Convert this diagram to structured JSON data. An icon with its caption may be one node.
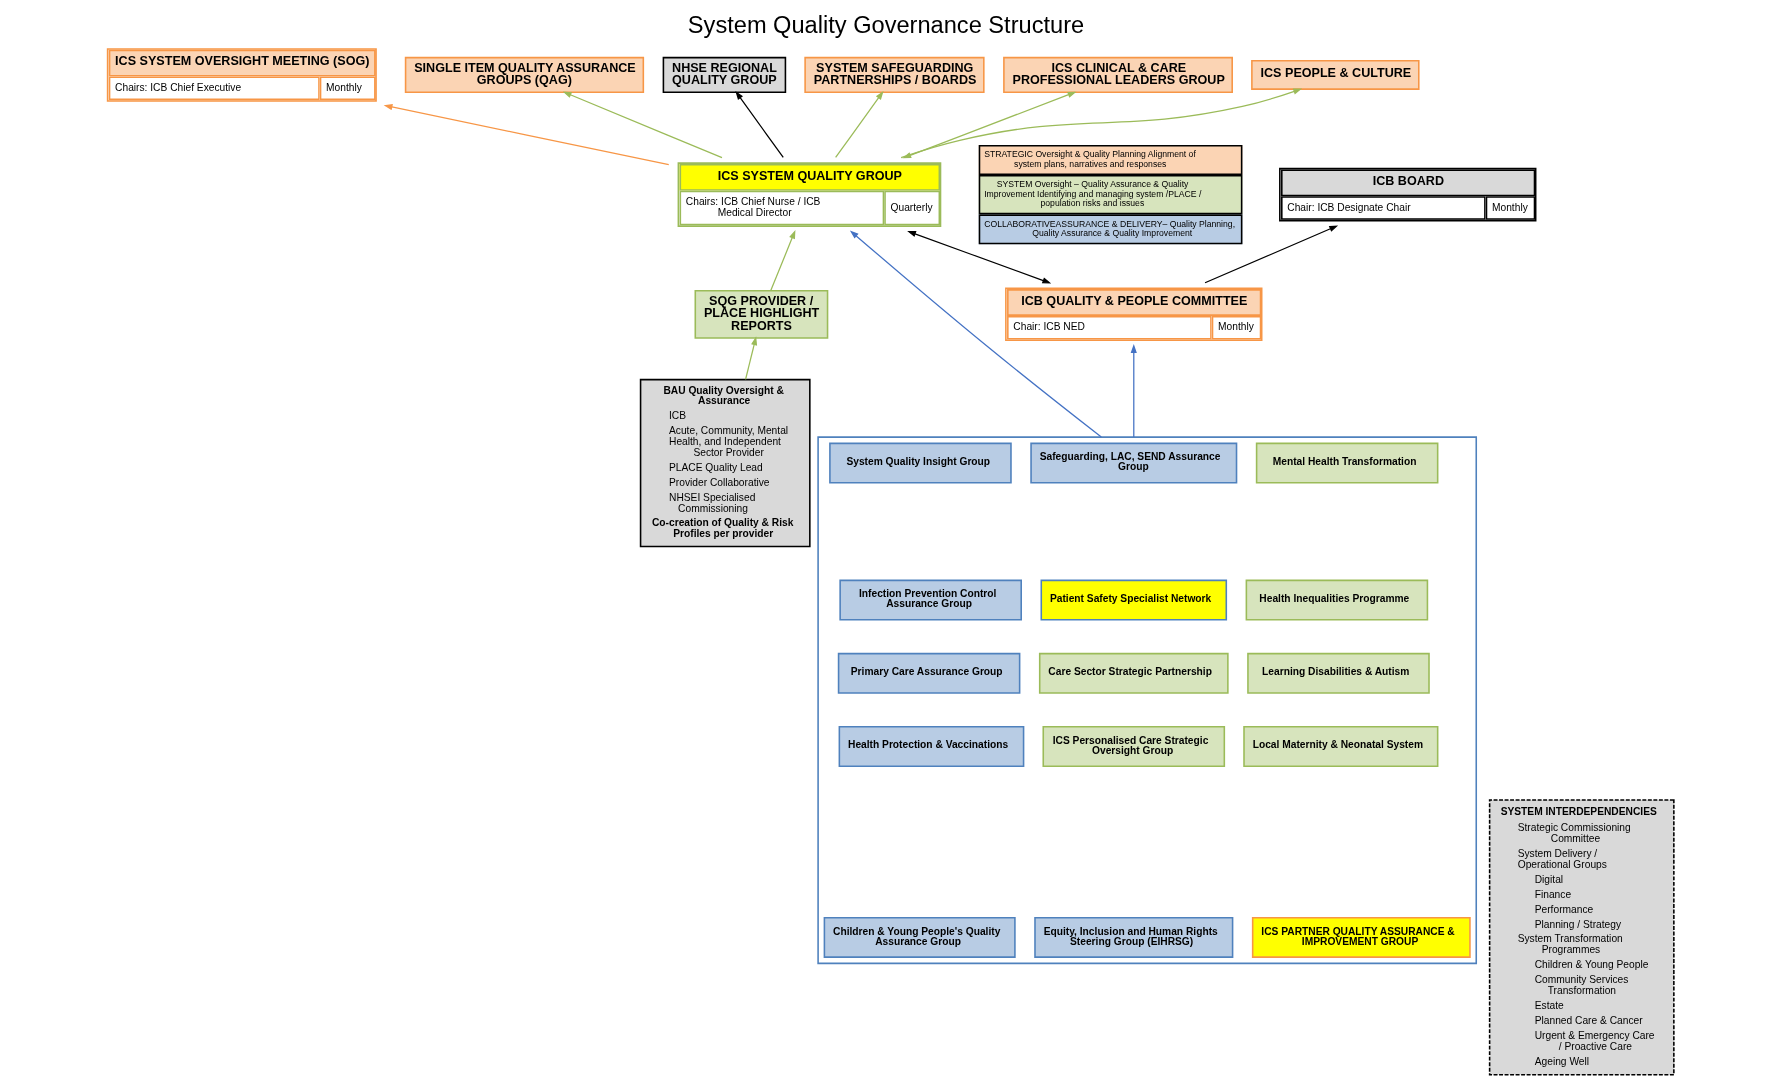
{
  "diagram": {
    "title": "System Quality Governance Structure",
    "nodes": [
      {
        "text": [
          "ICB BOARD",
          "Chair: ICB Designate Chair",
          "Monthly"
        ]
      },
      {
        "text": [
          "ICS SYSTEM OVERSIGHT MEETING (SOG)",
          "Chairs: ICB Chief Executive",
          "Monthly"
        ]
      },
      {
        "text": [
          "SINGLE ITEM QUALITY ASSURANCE GROUPS (QAG)"
        ]
      },
      {
        "text": [
          "NHSE REGIONAL QUALITY GROUP"
        ]
      },
      {
        "text": [
          "SYSTEM SAFEGUARDING PARTNERSHIPS / BOARDS"
        ]
      },
      {
        "text": [
          "ICB QUALITY & PEOPLE COMMITTEE",
          "Chair: ICB NED",
          "Monthly"
        ]
      },
      {
        "text": [
          "ICS SYSTEM QUALITY GROUP",
          "Chairs: ICB Chief Nurse / ICB Medical Director",
          "Quarterly"
        ]
      },
      {
        "text": [
          "ICS CLINICAL & CARE PROFESSIONAL LEADERS GROUP"
        ]
      },
      {
        "text": [
          "ICS PEOPLE & CULTURE"
        ]
      },
      {
        "text": [
          "SQG PROVIDER / PLACE HIGHLIGHT REPORTS"
        ]
      },
      {
        "text": [
          "BAU Quality Oversight & Assurance",
          "ICB",
          "Acute, Community, Mental Health, and Independent Sector Provider",
          "PLACE Quality Lead",
          "Provider Collaborative",
          "NHSEI Specialised Commissioning",
          "Co-creation of Quality & Risk Profiles per provider"
        ]
      },
      {
        "text": [],
        "shape": "box"
      },
      {
        "text": [
          "System Quality Insight Group"
        ],
        "in": 11
      },
      {
        "text": [
          "Safeguarding, LAC, SEND Assurance Group"
        ],
        "in": 11
      },
      {
        "text": [
          "Mental Health Transformation"
        ],
        "in": 11
      },
      {
        "text": [
          "Infection Prevention Control Assurance Group"
        ],
        "in": 11
      },
      {
        "text": [
          "Patient Safety Specialist Network"
        ],
        "in": 11
      },
      {
        "text": [
          "Health Inequalities Programme"
        ],
        "in": 11
      },
      {
        "text": [
          "Primary Care Assurance Group"
        ],
        "in": 11
      },
      {
        "text": [
          "Care Sector Strategic Partnership"
        ],
        "in": 11
      },
      {
        "text": [
          "Learning Disabilities & Autism"
        ],
        "in": 11
      },
      {
        "text": [
          "Health Protection & Vaccinations"
        ],
        "in": 11
      },
      {
        "text": [
          "ICS Personalised Care Strategic Oversight Group"
        ],
        "in": 11
      },
      {
        "text": [
          "Local Maternity & Neonatal System"
        ],
        "in": 11
      },
      {
        "text": [
          "Children & Young People's Quality Assurance Group"
        ],
        "in": 11
      },
      {
        "text": [
          "Equity, Inclusion and Human Rights Steering Group (EIHRSG)"
        ],
        "in": 11
      },
      {
        "text": [
          "ICS PARTNER QUALITY ASSURANCE & IMPROVEMENT GROUP"
        ],
        "in": 11
      },
      {
        "text": [
          "SYSTEM INTERDEPENDENCIES",
          "Strategic Commissioning Committee",
          "System Delivery / Operational Groups",
          "Digital",
          "Finance",
          "Performance",
          "Planning / Strategy",
          "System Transformation Programmes",
          "Children & Young People",
          "Community Services Transformation",
          "Estate",
          "Planned Care & Cancer",
          "Urgent & Emergency Care / Proactive Care",
          "Ageing Well"
        ]
      }
    ],
    "edges": [
      {
        "from": 5,
        "to": 0,
        "arrow": "to",
        "color": "#000000"
      },
      {
        "from": 5,
        "to": 6,
        "arrow": "both",
        "color": "#000000"
      },
      {
        "from": 6,
        "to": 1,
        "arrow": "to",
        "color": "#f79646"
      },
      {
        "from": 6,
        "to": 3,
        "arrow": "to",
        "color": "#000000"
      },
      {
        "from": 6,
        "to": 2,
        "arrow": "to"
      },
      {
        "from": 6,
        "to": 4,
        "arrow": "to"
      },
      {
        "from": 6,
        "to": 7,
        "arrow": "both"
      },
      {
        "from": 6,
        "to": 8,
        "arrow": "to"
      },
      {
        "from": 9,
        "to": 6,
        "arrow": "to"
      },
      {
        "from": 10,
        "to": 9,
        "arrow": "to"
      },
      {
        "from": 11,
        "to": 5,
        "arrow": "to",
        "color": "#4472c4"
      },
      {
        "from": 11,
        "to": 6,
        "arrow": "to",
        "color": "#4472c4"
      }
    ],
    "legend": [
      {
        "text": "STRATEGIC Oversight & Quality Planning Alignment of system plans, narratives and responses",
        "color": "#fbd4b4"
      },
      {
        "text": "SYSTEM Oversight – Quality Assurance & Quality Improvement Identifying and managing system /PLACE / population risks and issues",
        "color": "#d7e4bd"
      },
      {
        "text": "COLLABORATIVEASSURANCE & DELIVERY– Quality Planning, Quality Assurance & Quality Improvement",
        "color": "#b8cce4"
      }
    ]
  }
}
